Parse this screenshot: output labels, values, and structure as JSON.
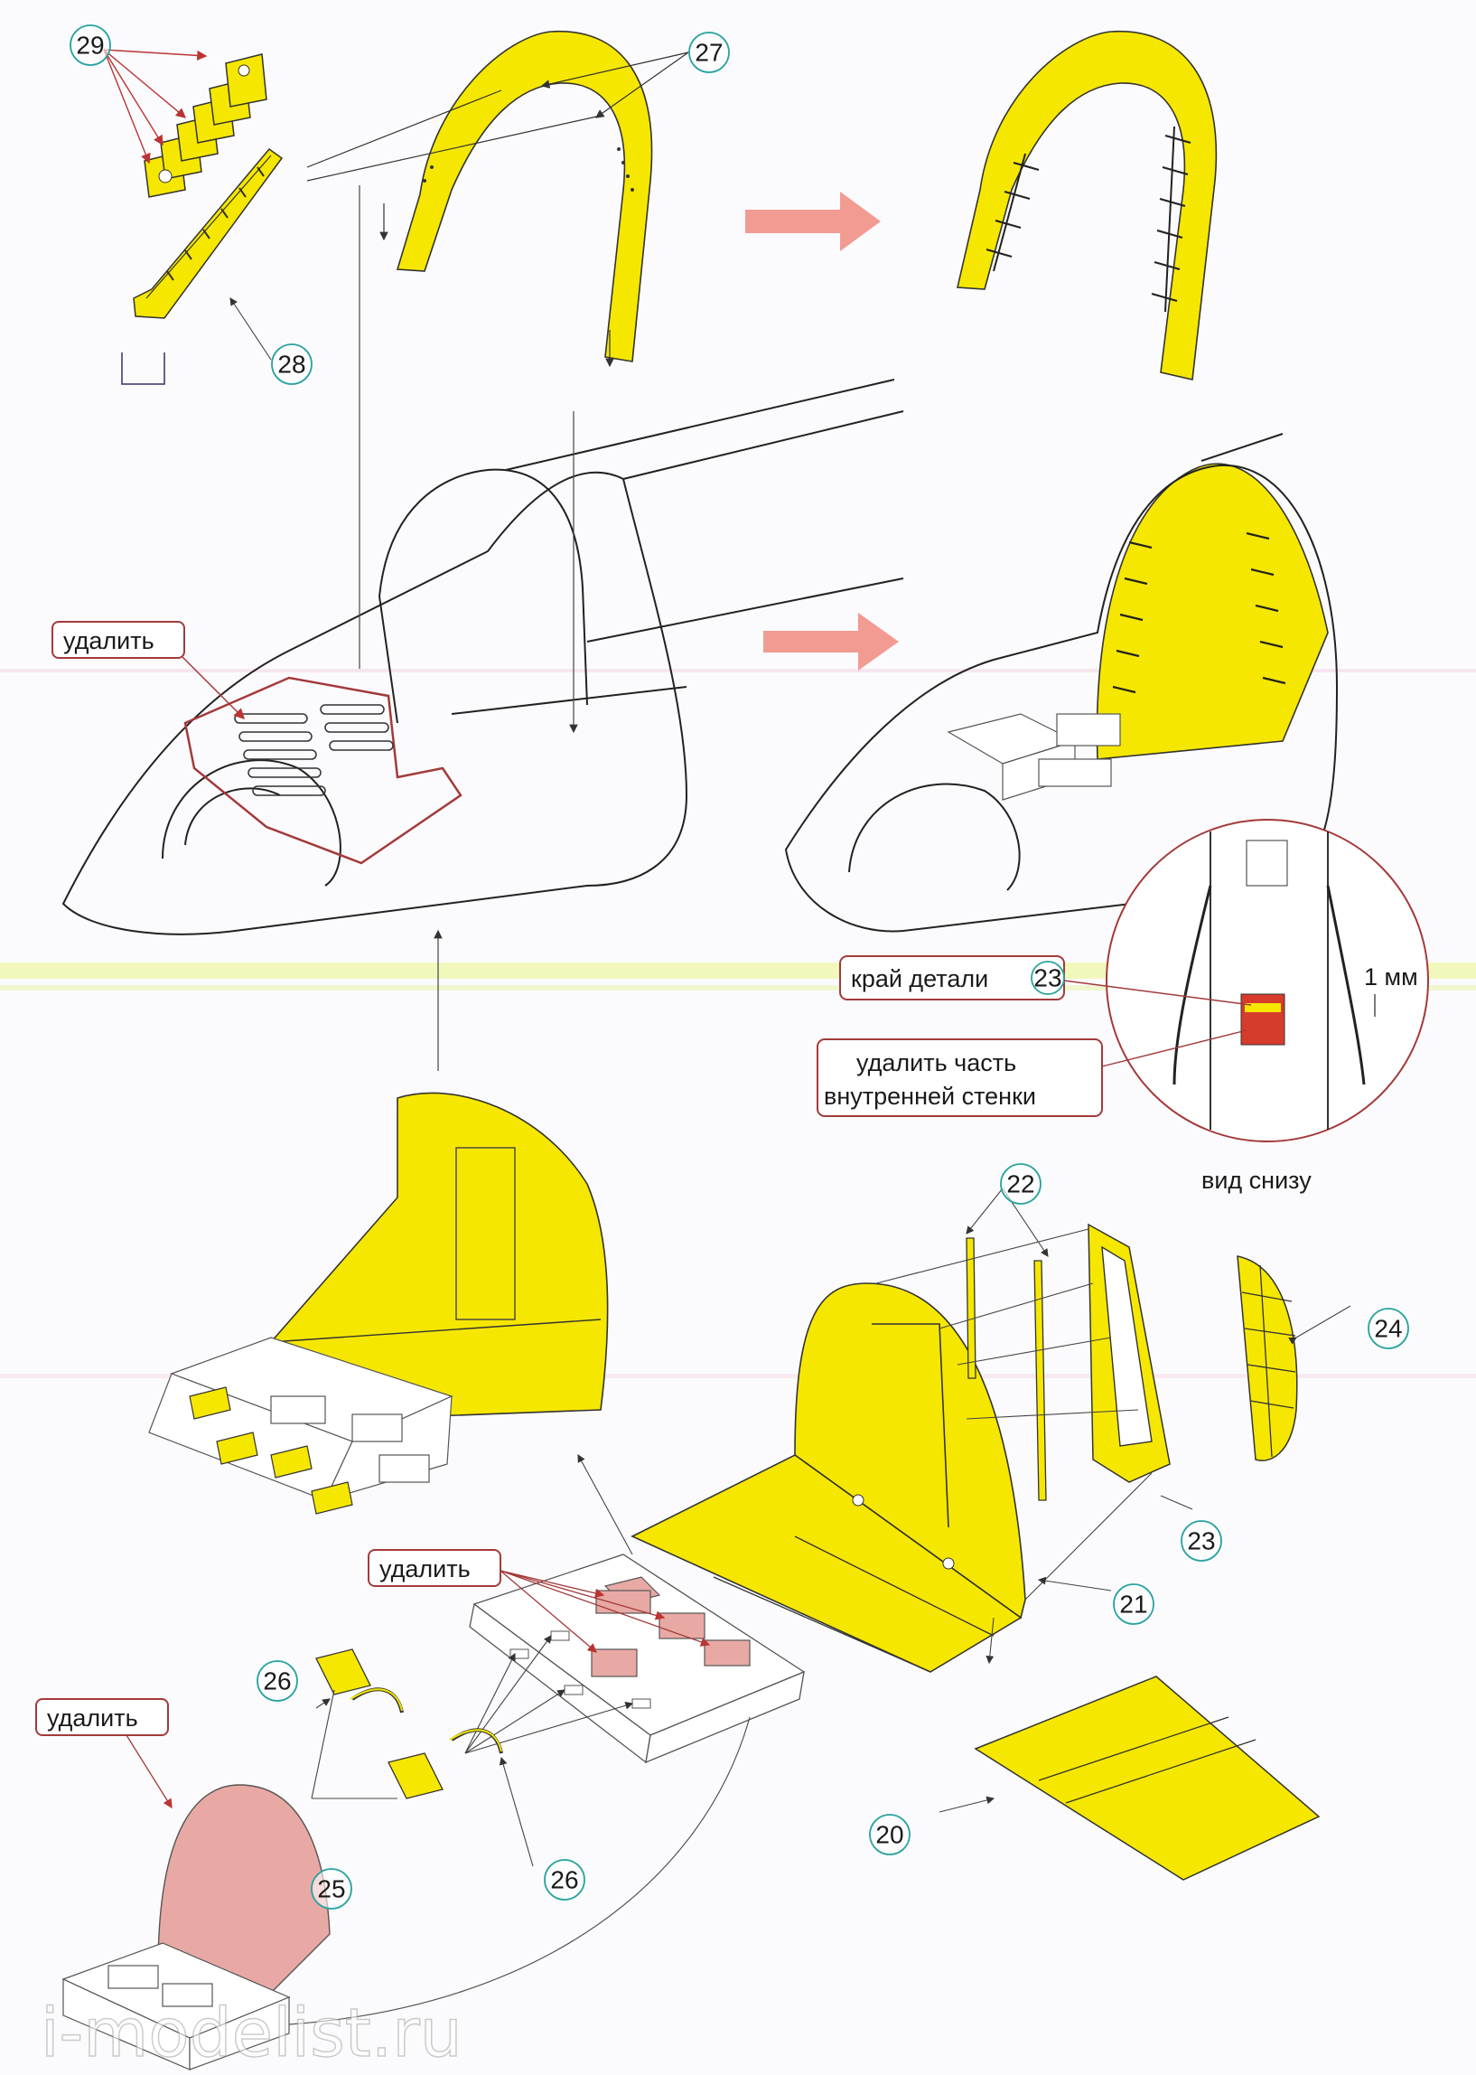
{
  "colors": {
    "part_yellow": "#f6e700",
    "remove_marker": "#a33a3a",
    "remove_fill": "#e8a9a4",
    "callout_circle": "#2aa3a0",
    "arrow": "#f29b92",
    "cut_red": "#d63b2c"
  },
  "part_numbers": {
    "p20": "20",
    "p21": "21",
    "p22": "22",
    "p23": "23",
    "p23b": "23",
    "p24": "24",
    "p25": "25",
    "p26": "26",
    "p26b": "26",
    "p27": "27",
    "p28": "28",
    "p29": "29"
  },
  "labels": {
    "remove_top": "удалить",
    "remove_middle": "удалить",
    "remove_bottom": "удалить",
    "edge_of_part": "край детали",
    "remove_inner_wall": [
      "удалить часть",
      "внутренней стенки"
    ],
    "dimension": "1 мм",
    "bottom_view": "вид снизу"
  },
  "watermark": "i-modelist.ru"
}
